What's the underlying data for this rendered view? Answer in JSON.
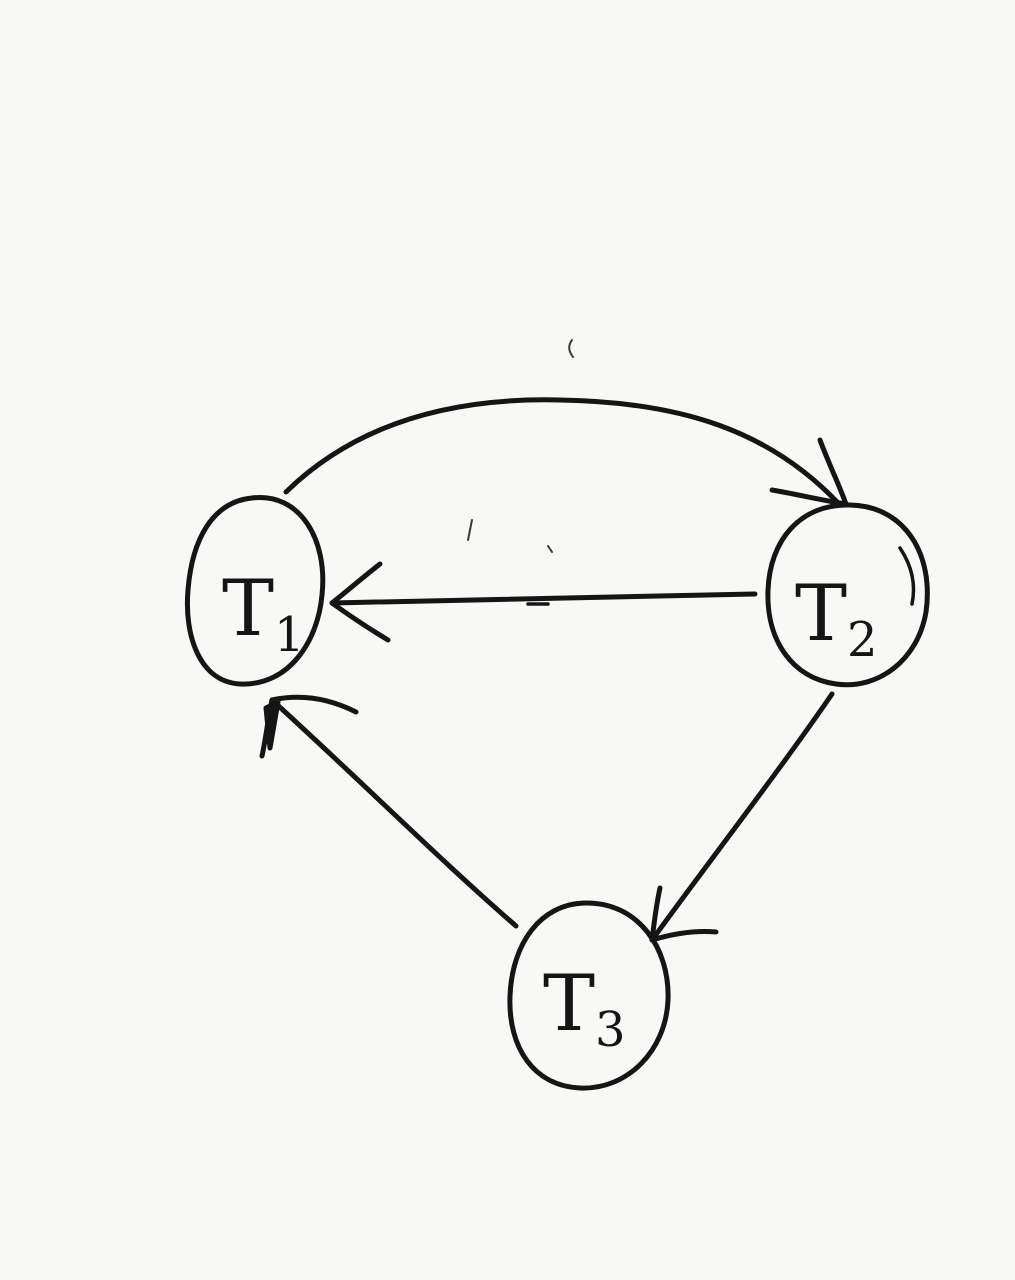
{
  "diagram": {
    "nodes": [
      {
        "id": "T1",
        "letter": "T",
        "subscript": "1"
      },
      {
        "id": "T2",
        "letter": "T",
        "subscript": "2"
      },
      {
        "id": "T3",
        "letter": "T",
        "subscript": "3"
      }
    ],
    "edges": [
      {
        "from": "T1",
        "to": "T2"
      },
      {
        "from": "T2",
        "to": "T1"
      },
      {
        "from": "T2",
        "to": "T3"
      },
      {
        "from": "T3",
        "to": "T1"
      }
    ],
    "colors": {
      "ink": "#151515",
      "paper": "#f8f8f6"
    }
  }
}
